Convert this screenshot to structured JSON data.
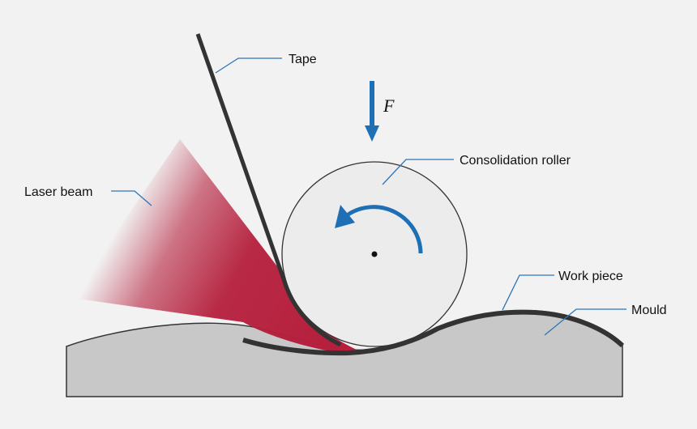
{
  "labels": {
    "tape": "Tape",
    "force": "F",
    "roller": "Consolidation roller",
    "laser": "Laser beam",
    "workpiece": "Work piece",
    "mould": "Mould"
  },
  "colors": {
    "background": "#f2f2f2",
    "mould_fill": "#c8c8c8",
    "outline": "#333333",
    "tape": "#333333",
    "roller_fill": "#ececec",
    "laser": "#b51f3c",
    "arrow": "#1f6fb5",
    "leader": "#2e75b6"
  },
  "icons": {
    "force_arrow": "down-arrow",
    "rotation_arrow": "counterclockwise-arrow"
  }
}
